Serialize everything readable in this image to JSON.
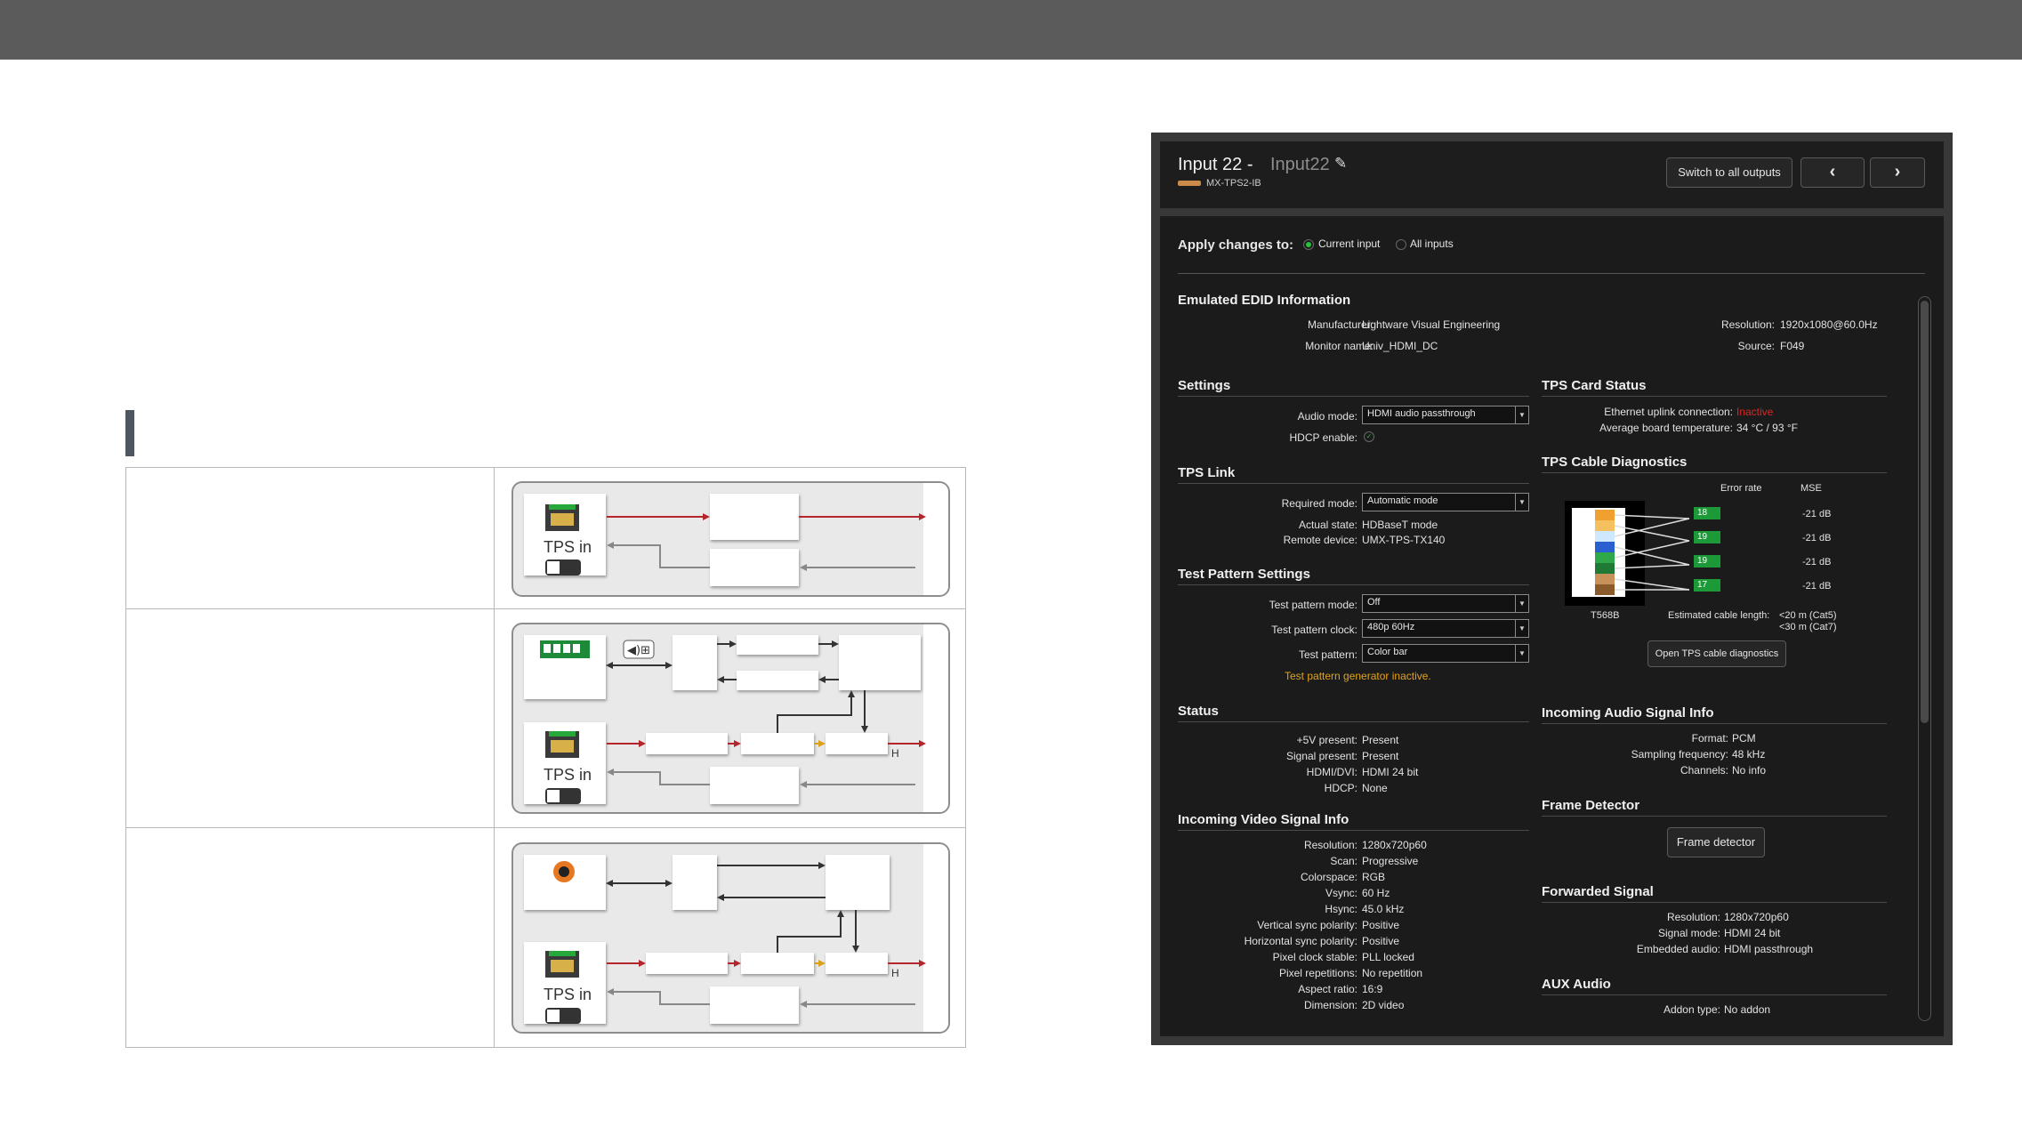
{
  "left": {
    "rows": [
      {
        "tps_label": "TPS in",
        "note": ""
      },
      {
        "tps_label": "TPS in",
        "h_label": "H"
      },
      {
        "tps_label": "TPS in",
        "h_label": "H"
      }
    ]
  },
  "panel": {
    "title_prefix": "Input 22 -",
    "title_name": "Input22",
    "subtitle": "MX-TPS2-IB",
    "accent_color": "#c98a4a",
    "switch_btn": "Switch to all outputs",
    "prev_btn": "‹",
    "next_btn": "›",
    "apply_label": "Apply changes to:",
    "apply_opt1": "Current input",
    "apply_opt2": "All inputs",
    "edid": {
      "title": "Emulated EDID Information",
      "manufacturer_l": "Manufacturer:",
      "manufacturer_v": "Lightware Visual Engineering",
      "monitor_l": "Monitor name:",
      "monitor_v": "Univ_HDMI_DC",
      "resolution_l": "Resolution:",
      "resolution_v": "1920x1080@60.0Hz",
      "source_l": "Source:",
      "source_v": "F049"
    },
    "settings": {
      "title": "Settings",
      "audio_l": "Audio mode:",
      "audio_v": "HDMI audio passthrough",
      "hdcp_l": "HDCP enable:"
    },
    "tpslink": {
      "title": "TPS Link",
      "req_l": "Required mode:",
      "req_v": "Automatic mode",
      "act_l": "Actual state:",
      "act_v": "HDBaseT mode",
      "rem_l": "Remote device:",
      "rem_v": "UMX-TPS-TX140"
    },
    "testpattern": {
      "title": "Test Pattern Settings",
      "mode_l": "Test pattern mode:",
      "mode_v": "Off",
      "clock_l": "Test pattern clock:",
      "clock_v": "480p 60Hz",
      "pat_l": "Test pattern:",
      "pat_v": "Color bar",
      "inactive": "Test pattern generator inactive."
    },
    "status": {
      "title": "Status",
      "rows": [
        {
          "l": "+5V present:",
          "v": "Present"
        },
        {
          "l": "Signal present:",
          "v": "Present"
        },
        {
          "l": "HDMI/DVI:",
          "v": "HDMI 24 bit"
        },
        {
          "l": "HDCP:",
          "v": "None"
        }
      ]
    },
    "video": {
      "title": "Incoming Video Signal Info",
      "rows": [
        {
          "l": "Resolution:",
          "v": "1280x720p60"
        },
        {
          "l": "Scan:",
          "v": "Progressive"
        },
        {
          "l": "Colorspace:",
          "v": "RGB"
        },
        {
          "l": "Vsync:",
          "v": "60 Hz"
        },
        {
          "l": "Hsync:",
          "v": "45.0 kHz"
        },
        {
          "l": "Vertical sync polarity:",
          "v": "Positive"
        },
        {
          "l": "Horizontal sync polarity:",
          "v": "Positive"
        },
        {
          "l": "Pixel clock stable:",
          "v": "PLL locked"
        },
        {
          "l": "Pixel repetitions:",
          "v": "No repetition"
        },
        {
          "l": "Aspect ratio:",
          "v": "16:9"
        },
        {
          "l": "Dimension:",
          "v": "2D video"
        }
      ]
    },
    "tpscard": {
      "title": "TPS Card Status",
      "eth_l": "Ethernet uplink connection:",
      "eth_v": "Inactive",
      "temp_l": "Average board temperature:",
      "temp_v": "34 °C / 93 °F"
    },
    "cable": {
      "title": "TPS Cable Diagnostics",
      "err_h": "Error rate",
      "mse_h": "MSE",
      "pairs": [
        {
          "err": "18",
          "mse": "-21 dB"
        },
        {
          "err": "19",
          "mse": "-21 dB"
        },
        {
          "err": "19",
          "mse": "-21 dB"
        },
        {
          "err": "17",
          "mse": "-21 dB"
        }
      ],
      "std": "T568B",
      "len_l": "Estimated cable length:",
      "len_v1": "<20 m (Cat5)",
      "len_v2": "<30 m (Cat7)",
      "open_btn": "Open TPS cable diagnostics"
    },
    "audio": {
      "title": "Incoming Audio Signal Info",
      "rows": [
        {
          "l": "Format:",
          "v": "PCM"
        },
        {
          "l": "Sampling frequency:",
          "v": "48 kHz"
        },
        {
          "l": "Channels:",
          "v": "No info"
        }
      ]
    },
    "frame": {
      "title": "Frame Detector",
      "btn": "Frame detector"
    },
    "forwarded": {
      "title": "Forwarded Signal",
      "rows": [
        {
          "l": "Resolution:",
          "v": "1280x720p60"
        },
        {
          "l": "Signal mode:",
          "v": "HDMI 24 bit"
        },
        {
          "l": "Embedded audio:",
          "v": "HDMI passthrough"
        }
      ]
    },
    "aux": {
      "title": "AUX Audio",
      "addon_l": "Addon type:",
      "addon_v": "No addon"
    }
  }
}
